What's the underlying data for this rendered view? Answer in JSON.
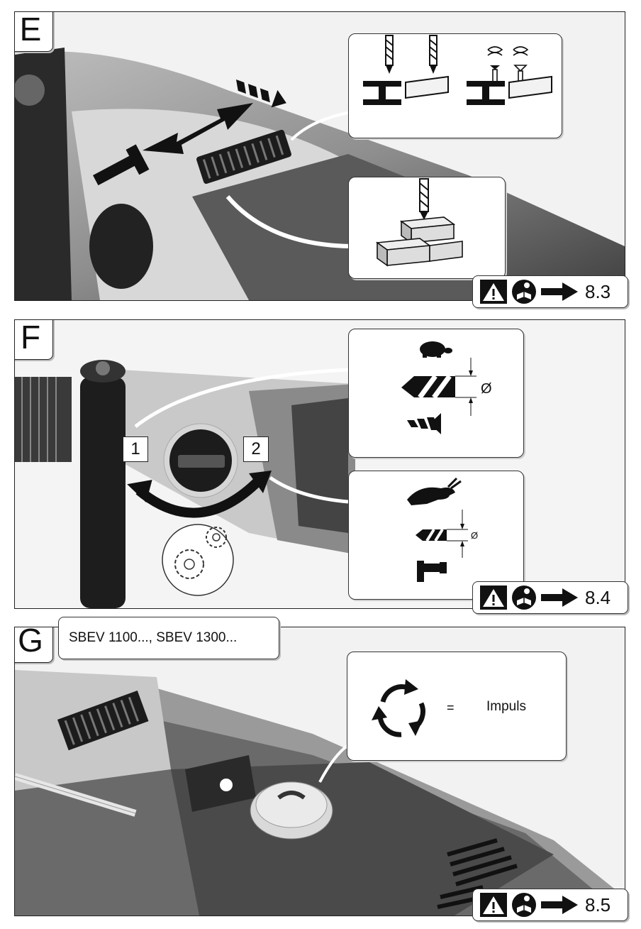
{
  "sections": {
    "e": {
      "letter": "E",
      "reference": "8.3"
    },
    "f": {
      "letter": "F",
      "reference": "8.4",
      "marker_1": "1",
      "marker_2": "2",
      "diameter_symbol": "Ø"
    },
    "g": {
      "letter": "G",
      "models": "SBEV 1100..., SBEV 1300...",
      "equals": "=",
      "impuls": "Impuls",
      "reference": "8.5"
    }
  },
  "icons": {
    "warning": "warning-triangle-icon",
    "manual": "read-manual-icon",
    "arrow": "right-arrow-icon"
  }
}
